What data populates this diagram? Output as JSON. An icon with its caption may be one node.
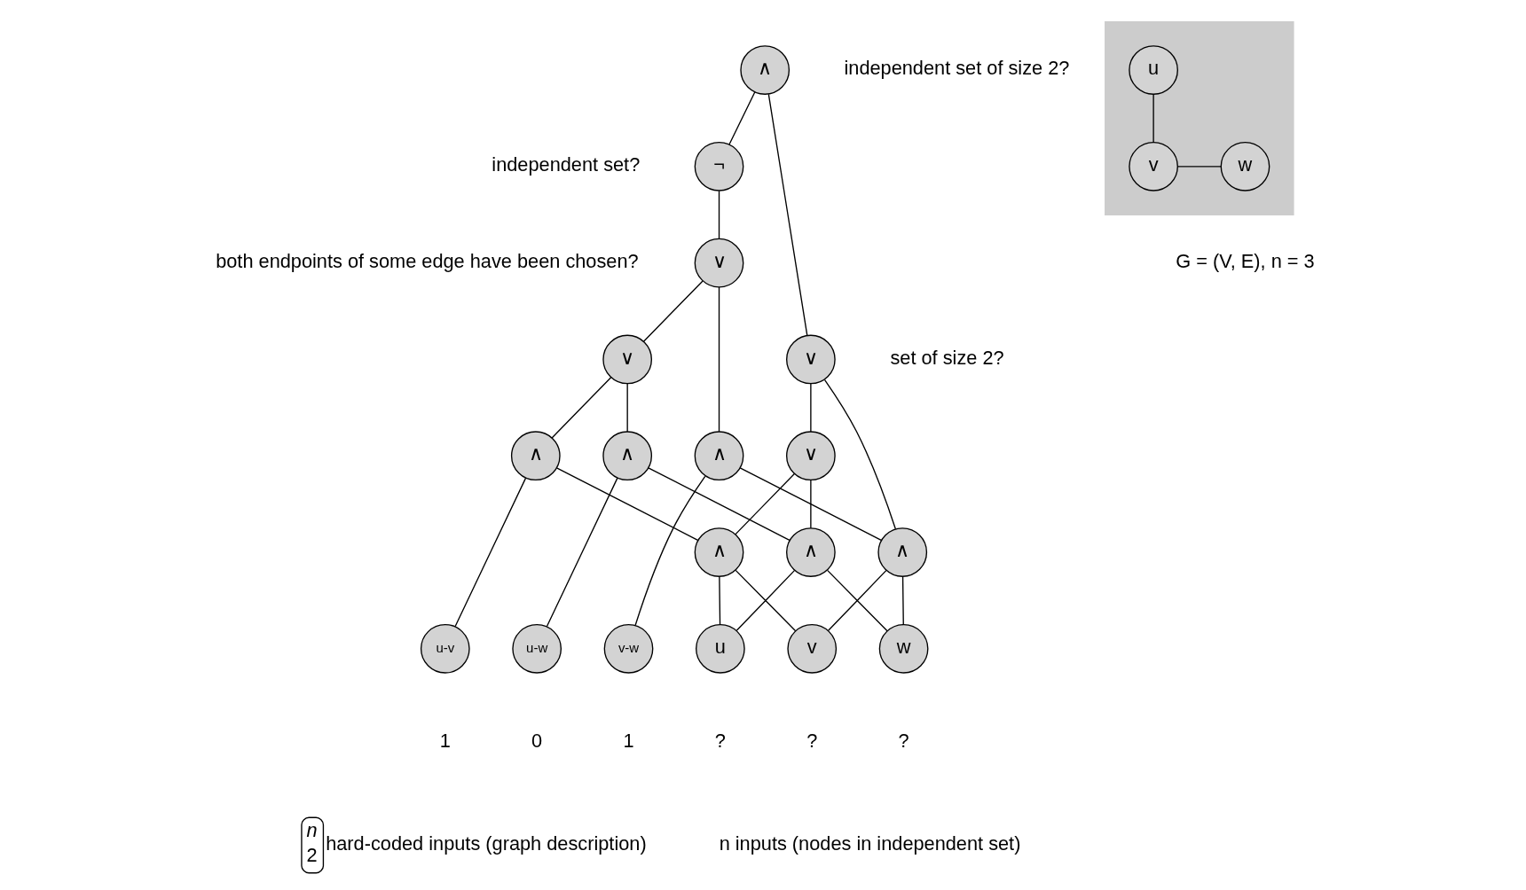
{
  "diagram": {
    "nodes": [
      {
        "text": [
          "∧"
        ],
        "beside": [
          "independent set of size 2?"
        ]
      },
      {
        "text": [
          "¬"
        ],
        "beside": [
          "independent set?"
        ]
      },
      {
        "text": [
          "∨"
        ],
        "beside": [
          "both endpoints of some edge have been chosen?"
        ]
      },
      {
        "text": [
          "∨"
        ]
      },
      {
        "text": [
          "∧"
        ]
      },
      {
        "text": [
          "∧"
        ]
      },
      {
        "text": [
          "∧"
        ]
      },
      {
        "text": [
          "∨"
        ],
        "beside": [
          "set of size 2?"
        ]
      },
      {
        "text": [
          "∨"
        ]
      },
      {
        "text": [
          "∧"
        ]
      },
      {
        "text": [
          "∧"
        ]
      },
      {
        "text": [
          "∧"
        ]
      },
      {
        "text": [
          "u-v"
        ],
        "beside": [
          "1"
        ]
      },
      {
        "text": [
          "u-w"
        ],
        "beside": [
          "0"
        ]
      },
      {
        "text": [
          "v-w"
        ],
        "beside": [
          "1"
        ]
      },
      {
        "text": [
          "u"
        ],
        "beside": [
          "?"
        ]
      },
      {
        "text": [
          "v"
        ],
        "beside": [
          "?"
        ]
      },
      {
        "text": [
          "w"
        ],
        "beside": [
          "?"
        ]
      },
      {
        "text": [],
        "shape": "box",
        "beside": [
          "G = (V, E), n = 3"
        ]
      },
      {
        "text": [
          "u"
        ],
        "in": 18
      },
      {
        "text": [
          "v"
        ],
        "in": 18
      },
      {
        "text": [
          "w"
        ],
        "in": 18
      }
    ],
    "edges": [
      {
        "from": 0,
        "to": 1,
        "arrow": "none"
      },
      {
        "from": 0,
        "to": 7,
        "arrow": "none"
      },
      {
        "from": 1,
        "to": 2,
        "arrow": "none"
      },
      {
        "from": 2,
        "to": 3,
        "arrow": "none"
      },
      {
        "from": 2,
        "to": 6,
        "arrow": "none"
      },
      {
        "from": 3,
        "to": 4,
        "arrow": "none"
      },
      {
        "from": 3,
        "to": 5,
        "arrow": "none"
      },
      {
        "from": 4,
        "to": 12,
        "arrow": "none"
      },
      {
        "from": 4,
        "to": 9,
        "arrow": "none"
      },
      {
        "from": 5,
        "to": 13,
        "arrow": "none"
      },
      {
        "from": 5,
        "to": 10,
        "arrow": "none"
      },
      {
        "from": 6,
        "to": 14,
        "arrow": "none"
      },
      {
        "from": 6,
        "to": 11,
        "arrow": "none"
      },
      {
        "from": 7,
        "to": 8,
        "arrow": "none"
      },
      {
        "from": 7,
        "to": 11,
        "arrow": "none"
      },
      {
        "from": 8,
        "to": 9,
        "arrow": "none"
      },
      {
        "from": 8,
        "to": 10,
        "arrow": "none"
      },
      {
        "from": 9,
        "to": 15,
        "arrow": "none"
      },
      {
        "from": 9,
        "to": 16,
        "arrow": "none"
      },
      {
        "from": 10,
        "to": 15,
        "arrow": "none"
      },
      {
        "from": 10,
        "to": 17,
        "arrow": "none"
      },
      {
        "from": 11,
        "to": 16,
        "arrow": "none"
      },
      {
        "from": 11,
        "to": 17,
        "arrow": "none"
      },
      {
        "from": 19,
        "to": 20,
        "arrow": "none"
      },
      {
        "from": 20,
        "to": 21,
        "arrow": "none"
      }
    ],
    "labels": [
      "n",
      "2",
      "hard-coded inputs (graph description)",
      "n inputs (nodes in independent set)"
    ]
  }
}
